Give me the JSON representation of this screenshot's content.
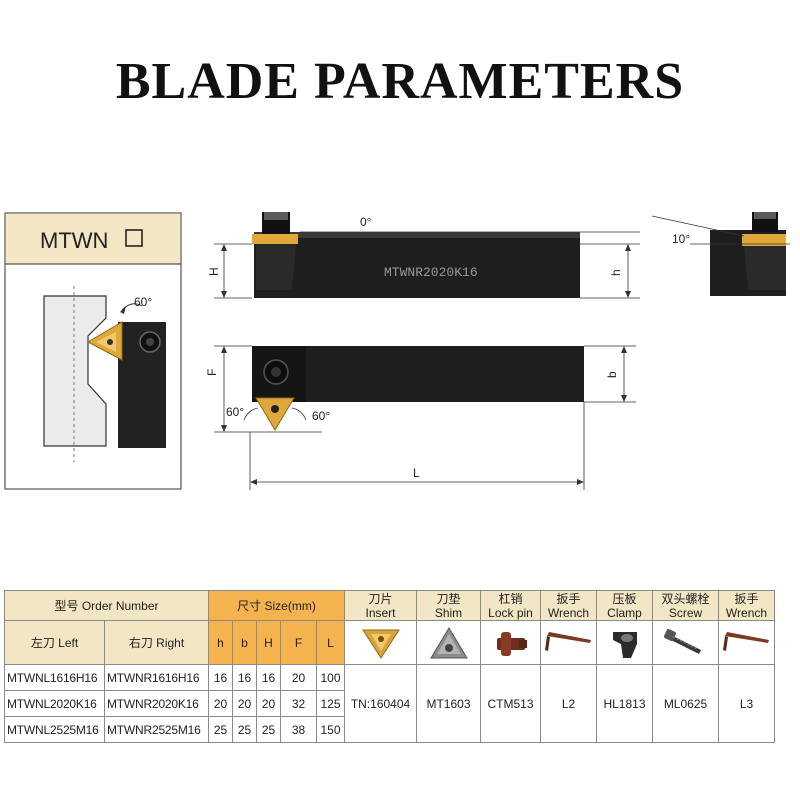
{
  "title": "BLADE PARAMETERS",
  "drawing": {
    "series_label": "MTWN",
    "series_box": "□",
    "holder_marking": "MTWNR2020K16",
    "angles": {
      "top_rake": "0°",
      "side_rake": "10°",
      "detail_angle": "60°",
      "insert_left": "60°",
      "insert_right": "60°"
    },
    "dims": {
      "H": "H",
      "h": "h",
      "F": "F",
      "b": "b",
      "L": "L"
    }
  },
  "table": {
    "model_header": "型号 Order Number",
    "left_header": "左刀 Left",
    "right_header": "右刀 Right",
    "size_header": "尺寸 Size(mm)",
    "size_cols": [
      "h",
      "b",
      "H",
      "F",
      "L"
    ],
    "parts": [
      {
        "cn": "刀片",
        "en": "Insert",
        "icon": "insert-icon",
        "value": "TN:160404"
      },
      {
        "cn": "刀垫",
        "en": "Shim",
        "icon": "shim-icon",
        "value": "MT1603"
      },
      {
        "cn": "杠销",
        "en": "Lock pin",
        "icon": "lock-pin-icon",
        "value": "CTM513"
      },
      {
        "cn": "扳手",
        "en": "Wrench",
        "icon": "wrench-icon",
        "value": "L2"
      },
      {
        "cn": "压板",
        "en": "Clamp",
        "icon": "clamp-icon",
        "value": "HL1813"
      },
      {
        "cn": "双头螺栓",
        "en": "Screw",
        "icon": "screw-icon",
        "value": "ML0625"
      },
      {
        "cn": "扳手",
        "en": "Wrench",
        "icon": "wrench-icon",
        "value": "L3"
      }
    ],
    "rows": [
      {
        "left": "MTWNL1616H16",
        "right": "MTWNR1616H16",
        "h": "16",
        "b": "16",
        "H": "16",
        "F": "20",
        "L": "100"
      },
      {
        "left": "MTWNL2020K16",
        "right": "MTWNR2020K16",
        "h": "20",
        "b": "20",
        "H": "20",
        "F": "32",
        "L": "125"
      },
      {
        "left": "MTWNL2525M16",
        "right": "MTWNR2525M16",
        "h": "25",
        "b": "25",
        "H": "25",
        "F": "38",
        "L": "150"
      }
    ]
  },
  "colors": {
    "header_tan": "#f2e6c4",
    "header_orange": "#f5b34f",
    "insert_gold": "#e0a83a",
    "holder_black": "#1e1e1e"
  }
}
